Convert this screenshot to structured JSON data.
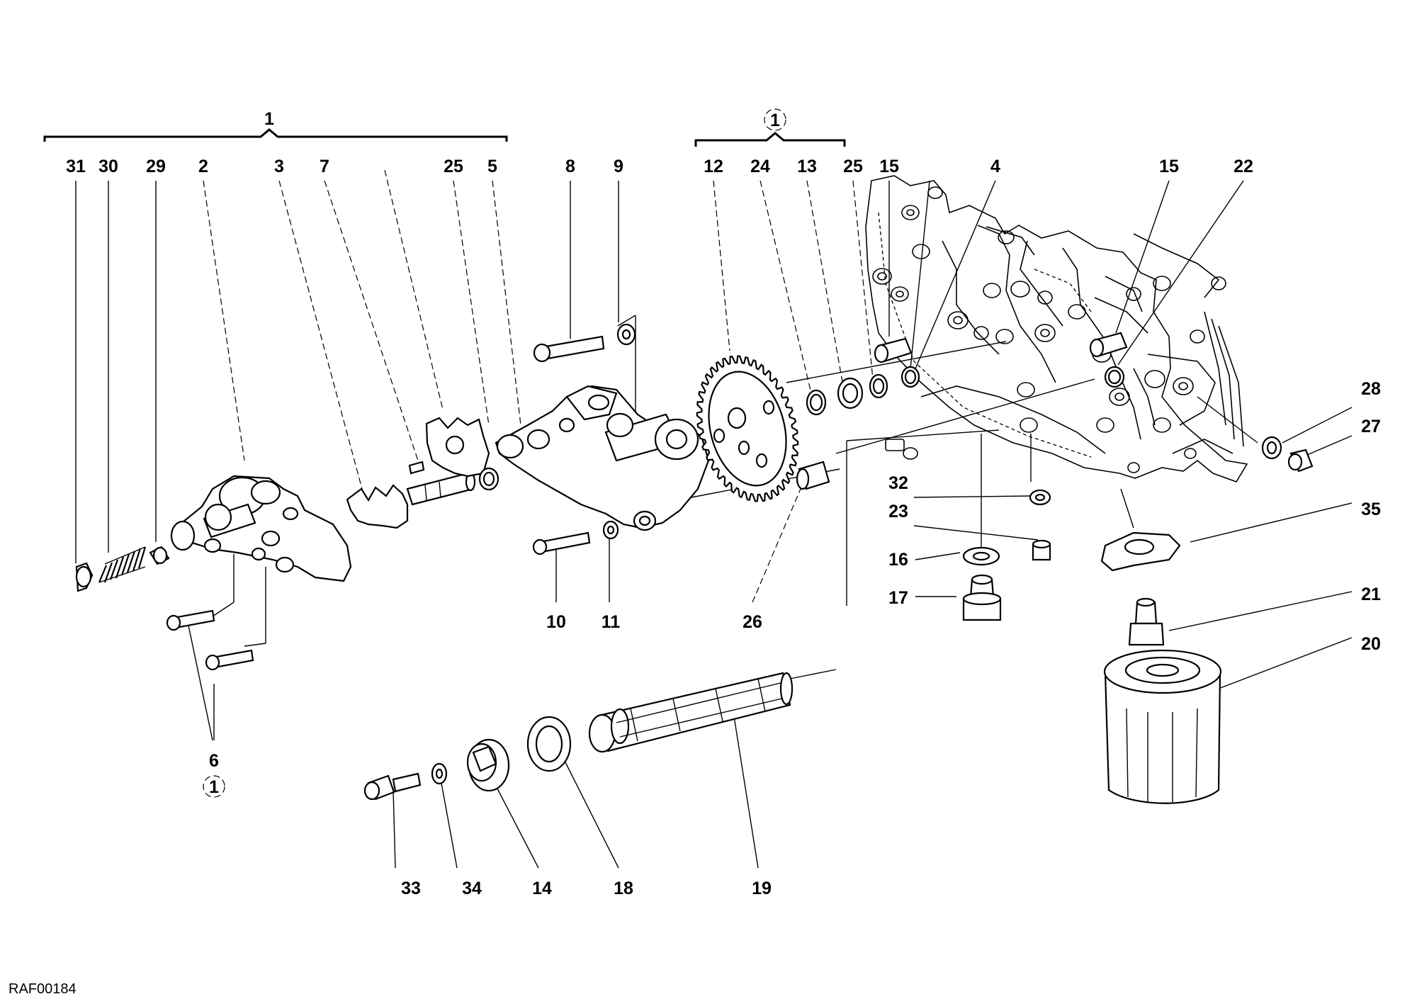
{
  "groups": {
    "group_a": "1",
    "group_b": "1"
  },
  "callouts": {
    "c31": "31",
    "c30": "30",
    "c29": "29",
    "c2": "2",
    "c3": "3",
    "c7": "7",
    "c25a": "25",
    "c5": "5",
    "c8": "8",
    "c9": "9",
    "c12": "12",
    "c24": "24",
    "c13": "13",
    "c25b": "25",
    "c15a": "15",
    "c4": "4",
    "c15b": "15",
    "c22": "22",
    "c28": "28",
    "c27": "27",
    "c32": "32",
    "c23": "23",
    "c35": "35",
    "c16": "16",
    "c17": "17",
    "c21": "21",
    "c20": "20",
    "c10": "10",
    "c11": "11",
    "c26": "26",
    "c6": "6",
    "c6ref": "1",
    "c33": "33",
    "c34": "34",
    "c14": "14",
    "c18": "18",
    "c19": "19"
  },
  "drawing_code": "RAF00184"
}
